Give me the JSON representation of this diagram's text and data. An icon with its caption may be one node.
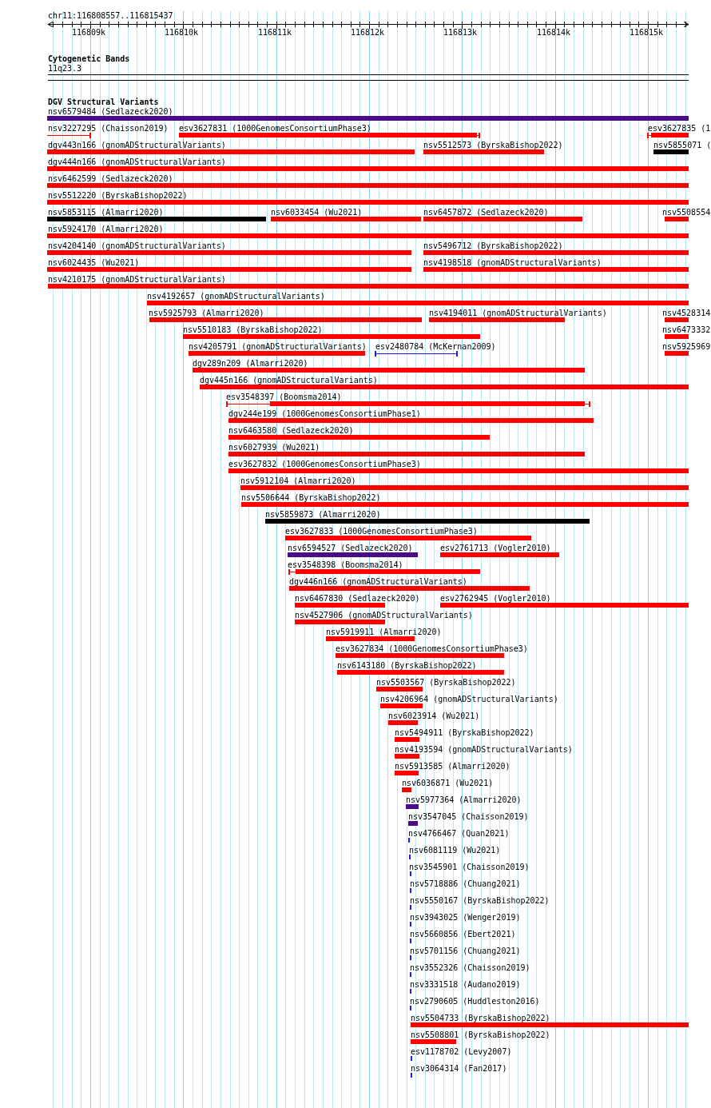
{
  "diagram": {
    "nodes": [
      {
        "text": [
          "nsv6579484 (Sedlazeck2020)"
        ]
      },
      {
        "text": [
          "nsv3227295 (Chaisson2019)"
        ]
      },
      {
        "text": [
          "esv3627831 (1000GenomesConsortiumPhase3)"
        ]
      },
      {
        "text": [
          "esv3627835 (1"
        ]
      },
      {
        "text": [
          "dgv443n166 (gnomADStructuralVariants)"
        ]
      },
      {
        "text": [
          "nsv5512573 (ByrskaBishop2022)"
        ]
      },
      {
        "text": [
          "nsv5855071 ("
        ]
      },
      {
        "text": [
          "dgv444n166 (gnomADStructuralVariants)"
        ]
      },
      {
        "text": [
          "nsv6462599 (Sedlazeck2020)"
        ]
      },
      {
        "text": [
          "nsv5512220 (ByrskaBishop2022)"
        ]
      },
      {
        "text": [
          "nsv5853115 (Almarri2020)"
        ]
      },
      {
        "text": [
          "nsv6033454 (Wu2021)"
        ]
      },
      {
        "text": [
          "nsv6457872 (Sedlazeck2020)"
        ]
      },
      {
        "text": [
          "nsv5508554"
        ]
      },
      {
        "text": [
          "nsv5924170 (Almarri2020)"
        ]
      },
      {
        "text": [
          "nsv4204140 (gnomADStructuralVariants)"
        ]
      },
      {
        "text": [
          "nsv5496712 (ByrskaBishop2022)"
        ]
      },
      {
        "text": [
          "nsv6024435 (Wu2021)"
        ]
      },
      {
        "text": [
          "nsv4198518 (gnomADStructuralVariants)"
        ]
      },
      {
        "text": [
          "nsv4210175 (gnomADStructuralVariants)"
        ]
      },
      {
        "text": [
          "nsv4192657 (gnomADStructuralVariants)"
        ]
      },
      {
        "text": [
          "nsv5925793 (Almarri2020)"
        ]
      },
      {
        "text": [
          "nsv4194011 (gnomADStructuralVariants)"
        ]
      },
      {
        "text": [
          "nsv4528314"
        ]
      },
      {
        "text": [
          "nsv5510183 (ByrskaBishop2022)"
        ]
      },
      {
        "text": [
          "nsv6473332"
        ]
      },
      {
        "text": [
          "nsv4205791 (gnomADStructuralVariants)"
        ]
      },
      {
        "text": [
          "esv2480784 (McKernan2009)"
        ]
      },
      {
        "text": [
          "nsv5925969"
        ]
      },
      {
        "text": [
          "dgv289n209 (Almarri2020)"
        ]
      },
      {
        "text": [
          "dgv445n166 (gnomADStructuralVariants)"
        ]
      },
      {
        "text": [
          "esv3548397 (Boomsma2014)"
        ]
      },
      {
        "text": [
          "dgv244e199 (1000GenomesConsortiumPhase1)"
        ]
      },
      {
        "text": [
          "nsv6463580 (Sedlazeck2020)"
        ]
      },
      {
        "text": [
          "nsv6027939 (Wu2021)"
        ]
      },
      {
        "text": [
          "esv3627832 (1000GenomesConsortiumPhase3)"
        ]
      },
      {
        "text": [
          "nsv5912104 (Almarri2020)"
        ]
      },
      {
        "text": [
          "nsv5506644 (ByrskaBishop2022)"
        ]
      },
      {
        "text": [
          "nsv5859873 (Almarri2020)"
        ]
      },
      {
        "text": [
          "esv3627833 (1000GenomesConsortiumPhase3)"
        ]
      },
      {
        "text": [
          "nsv6594527 (Sedlazeck2020)"
        ]
      },
      {
        "text": [
          "esv2761713 (Vogler2010)"
        ]
      },
      {
        "text": [
          "esv3548398 (Boomsma2014)"
        ]
      },
      {
        "text": [
          "dgv446n166 (gnomADStructuralVariants)"
        ]
      },
      {
        "text": [
          "nsv6467830 (Sedlazeck2020)"
        ]
      },
      {
        "text": [
          "esv2762945 (Vogler2010)"
        ]
      },
      {
        "text": [
          "nsv4527906 (gnomADStructuralVariants)"
        ]
      },
      {
        "text": [
          "nsv5919911 (Almarri2020)"
        ]
      },
      {
        "text": [
          "esv3627834 (1000GenomesConsortiumPhase3)"
        ]
      },
      {
        "text": [
          "nsv6143180 (ByrskaBishop2022)"
        ]
      },
      {
        "text": [
          "nsv5503567 (ByrskaBishop2022)"
        ]
      },
      {
        "text": [
          "nsv4206964 (gnomADStructuralVariants)"
        ]
      },
      {
        "text": [
          "nsv6023914 (Wu2021)"
        ]
      },
      {
        "text": [
          "nsv5494911 (ByrskaBishop2022)"
        ]
      },
      {
        "text": [
          "nsv4193594 (gnomADStructuralVariants)"
        ]
      },
      {
        "text": [
          "nsv5913585 (Almarri2020)"
        ]
      },
      {
        "text": [
          "nsv6036871 (Wu2021)"
        ]
      },
      {
        "text": [
          "nsv5977364 (Almarri2020)"
        ]
      },
      {
        "text": [
          "nsv3547045 (Chaisson2019)"
        ]
      },
      {
        "text": [
          "nsv4766467 (Quan2021)"
        ]
      },
      {
        "text": [
          "nsv6081119 (Wu2021)"
        ]
      },
      {
        "text": [
          "nsv3545901 (Chaisson2019)"
        ]
      },
      {
        "text": [
          "nsv5718886 (Chuang2021)"
        ]
      },
      {
        "text": [
          "nsv5550167 (ByrskaBishop2022)"
        ]
      },
      {
        "text": [
          "nsv3943025 (Wenger2019)"
        ]
      },
      {
        "text": [
          "nsv5660856 (Ebert2021)"
        ]
      },
      {
        "text": [
          "nsv5701156 (Chuang2021)"
        ]
      },
      {
        "text": [
          "nsv3552326 (Chaisson2019)"
        ]
      },
      {
        "text": [
          "nsv3331518 (Audano2019)"
        ]
      },
      {
        "text": [
          "nsv2790605 (Huddleston2016)"
        ]
      },
      {
        "text": [
          "nsv5504733 (ByrskaBishop2022)"
        ]
      },
      {
        "text": [
          "nsv5508801 (ByrskaBishop2022)"
        ]
      },
      {
        "text": [
          "esv1178702 (Levy2007)"
        ]
      },
      {
        "text": [
          "nsv3064314 (Fan2017)"
        ]
      }
    ],
    "labels": [
      "chr11:116808557..116815437",
      "116809k",
      "116810k",
      "116811k",
      "116812k",
      "116813k",
      "116814k",
      "116815k",
      "Cytogenetic Bands",
      "11q23.3",
      "DGV Structural Variants"
    ]
  }
}
